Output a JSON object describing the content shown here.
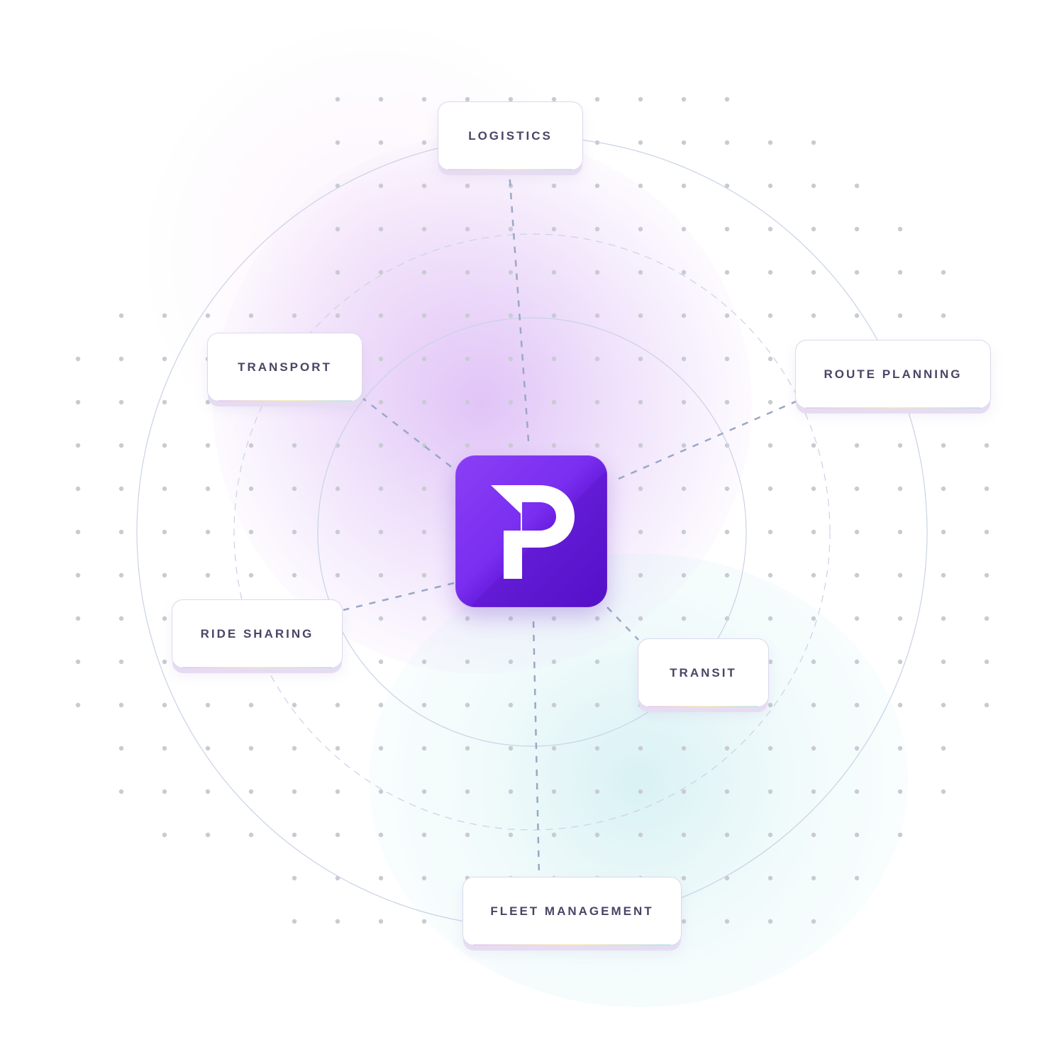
{
  "hub": {
    "logo_letter": "P",
    "brand_color": "#7a2ef0"
  },
  "nodes": [
    {
      "id": "logistics",
      "label": "LOGISTICS"
    },
    {
      "id": "transport",
      "label": "TRANSPORT"
    },
    {
      "id": "route-planning",
      "label": "ROUTE PLANNING"
    },
    {
      "id": "ride-sharing",
      "label": "RIDE SHARING"
    },
    {
      "id": "transit",
      "label": "TRANSIT"
    },
    {
      "id": "fleet-management",
      "label": "FLEET MANAGEMENT"
    }
  ],
  "colors": {
    "label": "#4b4466",
    "connector": "#9aa8c4",
    "ring": "#c9d2e6",
    "dot": "#c9cbd2"
  }
}
